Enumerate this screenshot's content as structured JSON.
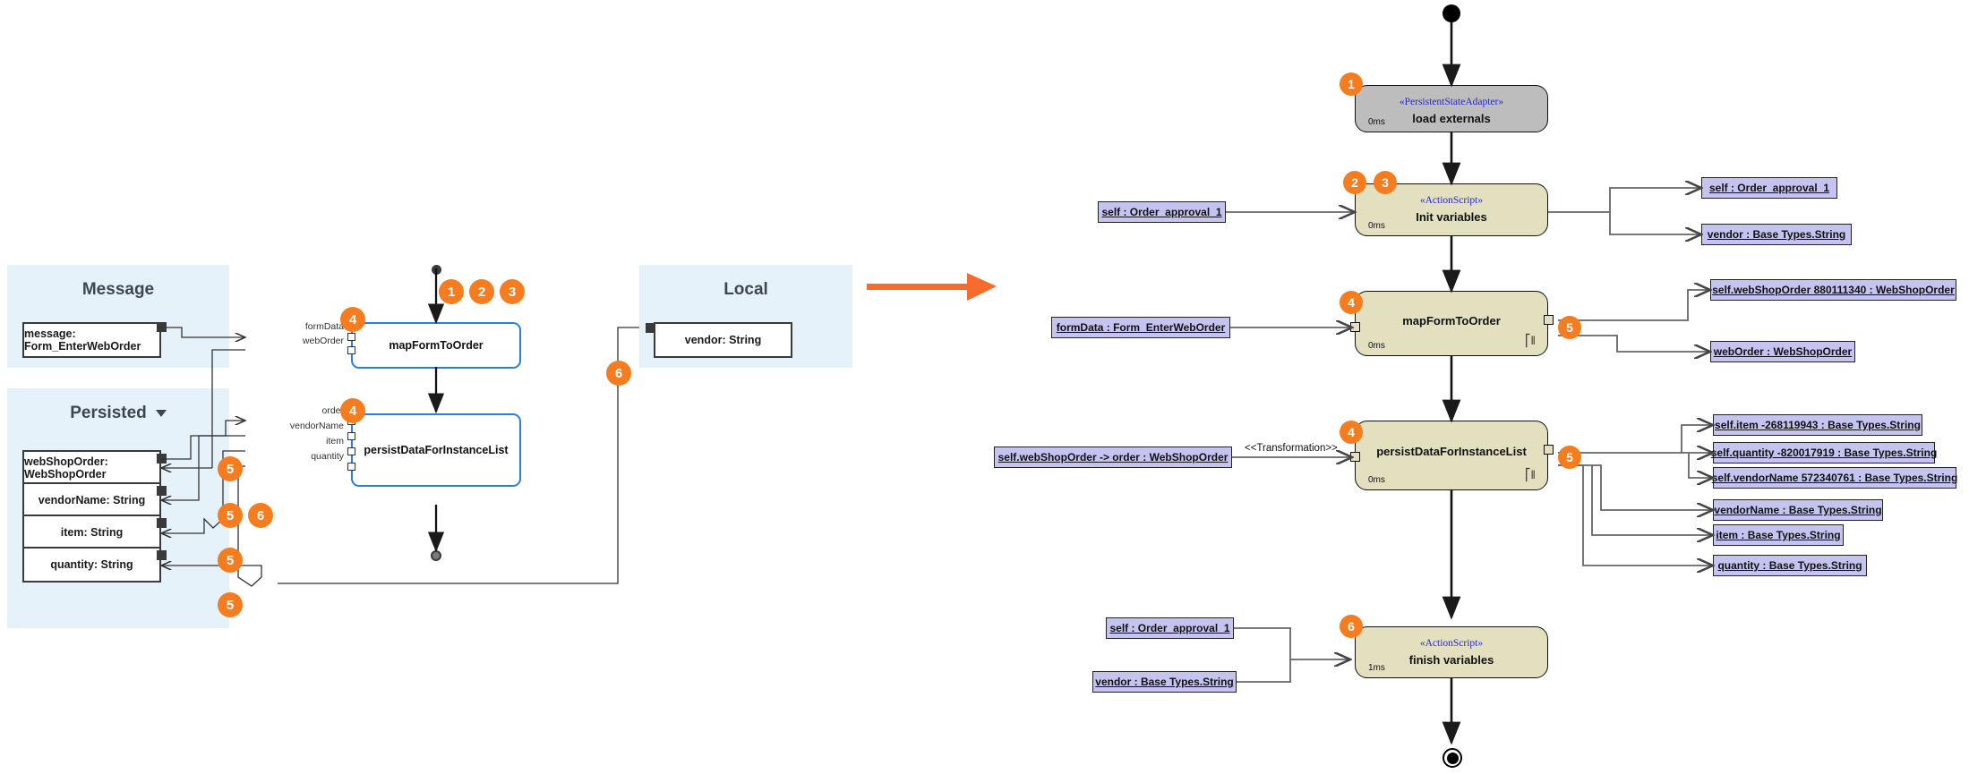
{
  "left_diagram": {
    "groups": [
      {
        "name": "Message",
        "title": "Message",
        "has_caret": false
      },
      {
        "name": "Persisted",
        "title": "Persisted",
        "has_caret": true
      },
      {
        "name": "Local",
        "title": "Local",
        "has_caret": false
      }
    ],
    "message_vars": [
      {
        "label": "message: Form_EnterWebOrder"
      }
    ],
    "persisted_vars": [
      {
        "label": "webShopOrder: WebShopOrder"
      },
      {
        "label": "vendorName: String"
      },
      {
        "label": "item: String"
      },
      {
        "label": "quantity: String"
      }
    ],
    "local_vars": [
      {
        "label": "vendor: String"
      }
    ],
    "activities": [
      {
        "name": "mapFormToOrder",
        "ports": [
          "formData",
          "webOrder"
        ]
      },
      {
        "name": "persistDataForInstanceList",
        "ports": [
          "order",
          "vendorName",
          "item",
          "quantity"
        ]
      }
    ],
    "badges": [
      {
        "label": "1"
      },
      {
        "label": "2"
      },
      {
        "label": "3"
      },
      {
        "label": "4"
      },
      {
        "label": "4"
      },
      {
        "label": "5"
      },
      {
        "label": "5"
      },
      {
        "label": "5"
      },
      {
        "label": "5"
      },
      {
        "label": "5"
      },
      {
        "label": "6"
      },
      {
        "label": "6"
      }
    ]
  },
  "transition_arrow": {
    "name": "flow-arrow",
    "color": "#f76c2c"
  },
  "right_diagram": {
    "states": [
      {
        "stereotype": "«PersistentStateAdapter»",
        "name": "load externals",
        "time": "0ms",
        "color": "#bdbdbd",
        "badges": [
          "1"
        ]
      },
      {
        "stereotype": "«ActionScript»",
        "name": "Init variables",
        "time": "0ms",
        "color": "#e2e0bf",
        "badges": [
          "2",
          "3"
        ]
      },
      {
        "stereotype": "",
        "name": "mapFormToOrder",
        "time": "0ms",
        "color": "#e2e0bf",
        "badges": [
          "4",
          "5"
        ]
      },
      {
        "stereotype": "",
        "name": "persistDataForInstanceList",
        "time": "0ms",
        "color": "#e2e0bf",
        "badges": [
          "4",
          "5"
        ]
      },
      {
        "stereotype": "«ActionScript»",
        "name": "finish variables",
        "time": "1ms",
        "color": "#e2e0bf",
        "badges": [
          "6"
        ]
      }
    ],
    "inputs": {
      "init_variables": [
        "self : Order_approval_1"
      ],
      "map_form_to_order": [
        "formData : Form_EnterWebOrder"
      ],
      "persist_data": [
        "self.webShopOrder -> order : WebShopOrder"
      ],
      "finish_variables": [
        "self : Order_approval_1",
        "vendor : Base Types.String"
      ]
    },
    "outputs": {
      "init_variables": [
        "self : Order_approval_1",
        "vendor : Base Types.String"
      ],
      "map_form_to_order": [
        "self.webShopOrder 880111340 : WebShopOrder",
        "webOrder : WebShopOrder"
      ],
      "persist_data": [
        "self.item -268119943 : Base Types.String",
        "self.quantity -820017919 : Base Types.String",
        "self.vendorName 572340761 : Base Types.String",
        "vendorName : Base Types.String",
        "item : Base Types.String",
        "quantity : Base Types.String"
      ]
    },
    "transformation_label": "<<Transformation>>"
  }
}
